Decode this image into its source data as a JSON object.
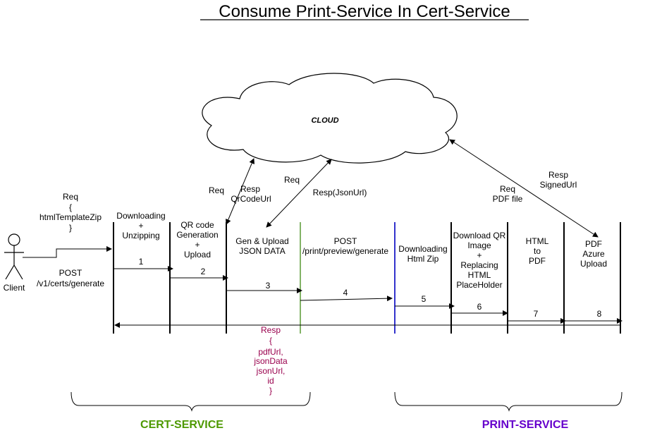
{
  "title": "Consume Print-Service In Cert-Service",
  "cloud_label": "CLOUD",
  "client": {
    "name": "Client",
    "req": [
      "Req",
      "{",
      "htmlTemplateZip",
      "}"
    ],
    "post": [
      "POST",
      "/v1/certs/generate"
    ]
  },
  "columns": {
    "c1": [
      "Downloading",
      "+",
      "Unzipping"
    ],
    "c2": [
      "QR code",
      "Generation",
      "+",
      "Upload"
    ],
    "c3": [
      "Gen & Upload",
      "JSON DATA"
    ],
    "c4": [
      "POST",
      "/print/preview/generate"
    ],
    "c5": [
      "Downloading",
      "Html Zip"
    ],
    "c6": [
      "Download QR",
      "Image",
      "+",
      "Replacing",
      "HTML",
      "PlaceHolder"
    ],
    "c7": [
      "HTML",
      "to",
      "PDF"
    ],
    "c8": [
      "PDF",
      "Azure",
      "Upload"
    ]
  },
  "cloud_links": {
    "qr_req": "Req",
    "qr_resp": [
      "Resp",
      "QrCodeUrl"
    ],
    "json_req": "Req",
    "json_resp": "Resp(JsonUrl)",
    "pdf_req": [
      "Req",
      "PDF file"
    ],
    "pdf_resp": [
      "Resp",
      "SignedUrl"
    ]
  },
  "steps": [
    "1",
    "2",
    "3",
    "4",
    "5",
    "6",
    "7",
    "8"
  ],
  "response": [
    "Resp",
    "{",
    "pdfUrl,",
    "jsonData",
    "jsonUrl,",
    "id",
    "}"
  ],
  "services": {
    "cert": "CERT-SERVICE",
    "print": "PRINT-SERVICE"
  },
  "colors": {
    "cert": "#4d9900",
    "print": "#6600cc",
    "response": "#99004d",
    "green_line": "#82b366",
    "blue_line": "#3333cc"
  }
}
